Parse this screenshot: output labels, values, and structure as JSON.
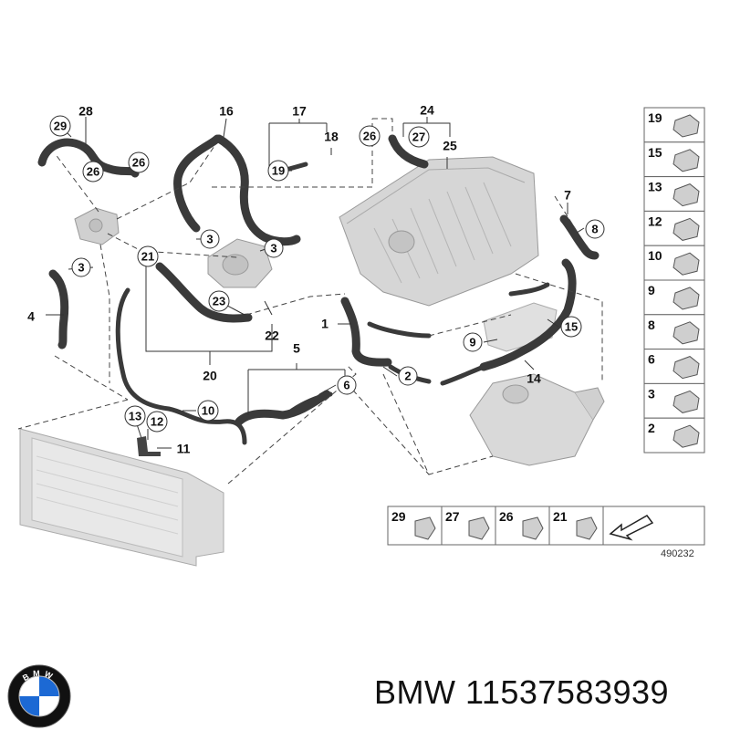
{
  "diagram": {
    "callouts": [
      {
        "id": "c28",
        "label": "28"
      },
      {
        "id": "c29",
        "label": "29"
      },
      {
        "id": "c26a",
        "label": "26"
      },
      {
        "id": "c26b",
        "label": "26"
      },
      {
        "id": "c16",
        "label": "16"
      },
      {
        "id": "c17",
        "label": "17"
      },
      {
        "id": "c18",
        "label": "18"
      },
      {
        "id": "c19",
        "label": "19"
      },
      {
        "id": "c26c",
        "label": "26"
      },
      {
        "id": "c24",
        "label": "24"
      },
      {
        "id": "c27",
        "label": "27"
      },
      {
        "id": "c25",
        "label": "25"
      },
      {
        "id": "c3a",
        "label": "3"
      },
      {
        "id": "c3b",
        "label": "3"
      },
      {
        "id": "c3c",
        "label": "3"
      },
      {
        "id": "c21",
        "label": "21"
      },
      {
        "id": "c4",
        "label": "4"
      },
      {
        "id": "c23",
        "label": "23"
      },
      {
        "id": "c22",
        "label": "22"
      },
      {
        "id": "c20",
        "label": "20"
      },
      {
        "id": "c1",
        "label": "1"
      },
      {
        "id": "c7",
        "label": "7"
      },
      {
        "id": "c8",
        "label": "8"
      },
      {
        "id": "c9",
        "label": "9"
      },
      {
        "id": "c15",
        "label": "15"
      },
      {
        "id": "c14",
        "label": "14"
      },
      {
        "id": "c5",
        "label": "5"
      },
      {
        "id": "c6",
        "label": "6"
      },
      {
        "id": "c2",
        "label": "2"
      },
      {
        "id": "c10",
        "label": "10"
      },
      {
        "id": "c13",
        "label": "13"
      },
      {
        "id": "c12",
        "label": "12"
      },
      {
        "id": "c11",
        "label": "11"
      }
    ],
    "side_panel": [
      "19",
      "15",
      "13",
      "12",
      "10",
      "9",
      "8",
      "6",
      "3",
      "2"
    ],
    "bottom_panel": [
      "29",
      "27",
      "26",
      "21"
    ],
    "reference_code": "490232"
  },
  "footer": {
    "brand": "BMW",
    "part_number": "11537583939",
    "brand_line": "BMW 11537583939",
    "logo_letters": "BMW"
  },
  "colors": {
    "hose": "#3a3a3a",
    "part_gray": "#cfcfcf",
    "logo_blue": "#1c69d4",
    "logo_ring": "#111111"
  }
}
